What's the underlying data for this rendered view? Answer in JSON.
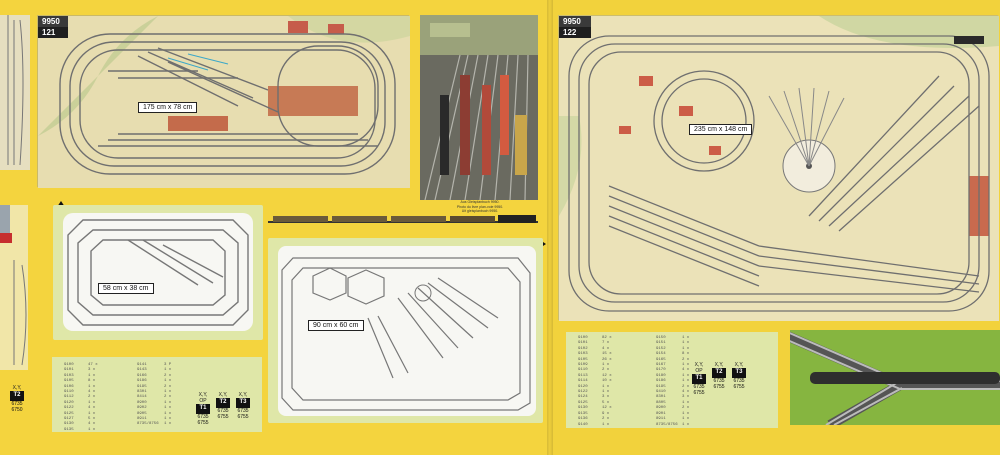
{
  "layouts": {
    "l121": {
      "series": "9950",
      "number": "121",
      "size": "175 cm x 78 cm"
    },
    "l122": {
      "series": "9950",
      "number": "122",
      "size": "235 cm x 148 cm"
    },
    "small": {
      "size": "58 cm x 38 cm"
    },
    "medium": {
      "size": "90 cm x 60 cm"
    }
  },
  "photo_caption": [
    "Aus Gleisplanbuch 9950.",
    "Photo du livre plan-voie 9950.",
    "Uit gleisplanbuch 9950."
  ],
  "parts_left_bottom": {
    "col1": [
      "9100",
      "9101",
      "9103",
      "9105",
      "9106",
      "9110",
      "9112",
      "9120",
      "9122",
      "9125",
      "9127",
      "9130",
      "9135"
    ],
    "col1_qty": [
      "47 x",
      "3 x",
      "1 x",
      "8 x",
      "1 x",
      "4 x",
      "2 x",
      "1 x",
      "4 x",
      "1 x",
      "5 x",
      "4 x",
      "1 x"
    ],
    "col2": [
      "9141",
      "9143",
      "9166",
      "9186",
      "9195",
      "8301",
      "8414",
      "8900",
      "8902",
      "8905",
      "8911",
      "8735/8756"
    ],
    "col2_qty": [
      "3 P",
      "1 x",
      "2 x",
      "1 x",
      "2 x",
      "1 x",
      "2 x",
      "1 x",
      "1 x",
      "1 x",
      "1 x",
      "1 x"
    ]
  },
  "parts_right_bottom": {
    "col1": [
      "9100",
      "9101",
      "9102",
      "9103",
      "9105",
      "9109",
      "9110",
      "9113",
      "9114",
      "9120",
      "9122",
      "9124",
      "9125",
      "9130",
      "9135",
      "9136",
      "9140"
    ],
    "col1_qty": [
      "82 x",
      "7 x",
      "4 x",
      "15 x",
      "26 x",
      "1 x",
      "2 x",
      "12 x",
      "10 x",
      "1 x",
      "1 x",
      "3 x",
      "5 x",
      "12 x",
      "9 x",
      "2 x",
      "1 x"
    ],
    "col2": [
      "9150",
      "9151",
      "9152",
      "9154",
      "9165",
      "9167",
      "9170",
      "9180",
      "9186",
      "9195",
      "9410",
      "8301",
      "8805",
      "8900",
      "8901",
      "8911",
      "8735/8756"
    ],
    "col2_qty": [
      "1 x",
      "1 x",
      "1 x",
      "8 x",
      "2 x",
      "1 x",
      "4 x",
      "1 x",
      "1 x",
      "2 x",
      "4 x",
      "3 x",
      "1 x",
      "2 x",
      "1 x",
      "1 x",
      "1 x"
    ]
  },
  "badges": {
    "left_edge": [
      {
        "title": "X,Y,",
        "box": "T2",
        "nums": [
          "6735",
          "6750"
        ]
      }
    ],
    "left": [
      {
        "title": "X,Y, OP",
        "box": "T1",
        "nums": [
          "6735",
          "6755"
        ]
      },
      {
        "title": "X,Y,",
        "box": "T2",
        "nums": [
          "6735",
          "6755"
        ]
      },
      {
        "title": "X,Y,",
        "box": "T3",
        "nums": [
          "6735",
          "6755"
        ]
      }
    ],
    "right": [
      {
        "title": "X,Y, OP",
        "box": "T1",
        "nums": [
          "6735",
          "6755"
        ]
      },
      {
        "title": "X,Y,",
        "box": "T2",
        "nums": [
          "6735",
          "6755"
        ]
      },
      {
        "title": "X,Y,",
        "box": "T3",
        "nums": [
          "6735",
          "6755"
        ]
      }
    ]
  },
  "colors": {
    "page": "#f4d43e",
    "panel_green": "#dfe7a8",
    "track": "#8f8f8f",
    "dark_tag": "#2a2a2a"
  }
}
